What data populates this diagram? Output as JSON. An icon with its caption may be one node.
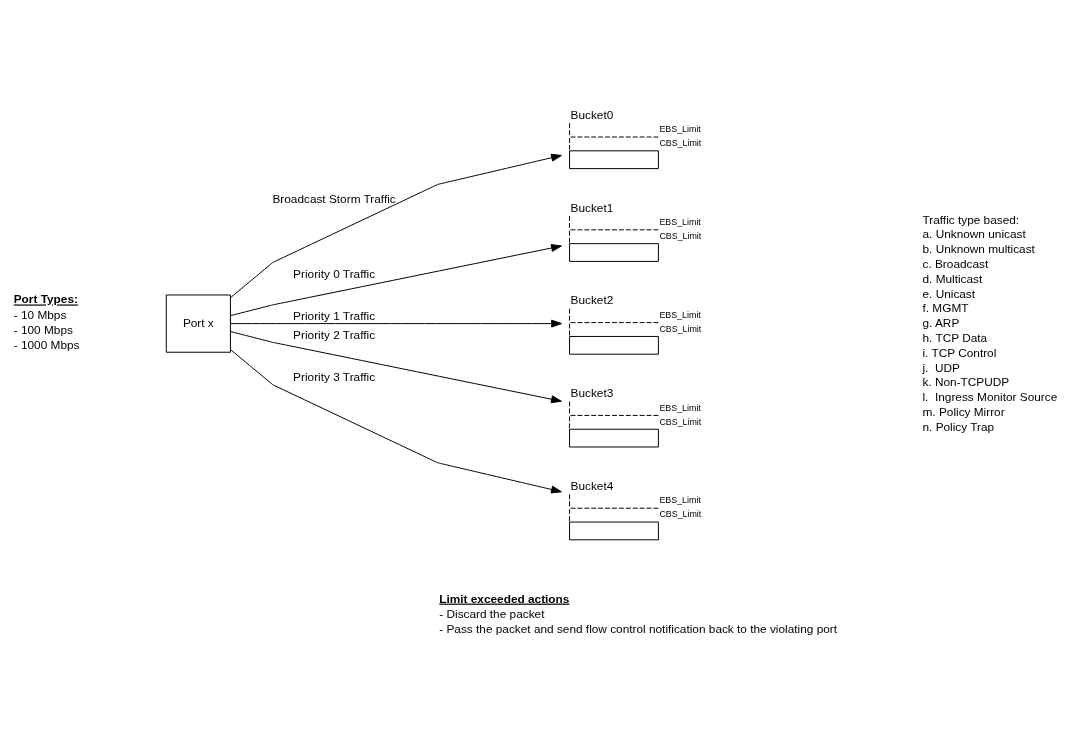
{
  "diagram": {
    "nodes": [
      {
        "text": [
          "Port x"
        ]
      },
      {
        "text": [
          "Bucket0"
        ],
        "beside": [
          "EBS_Limit",
          "CBS_Limit"
        ]
      },
      {
        "text": [
          "Bucket1"
        ],
        "beside": [
          "EBS_Limit",
          "CBS_Limit"
        ]
      },
      {
        "text": [
          "Bucket2"
        ],
        "beside": [
          "EBS_Limit",
          "CBS_Limit"
        ]
      },
      {
        "text": [
          "Bucket3"
        ],
        "beside": [
          "EBS_Limit",
          "CBS_Limit"
        ]
      },
      {
        "text": [
          "Bucket4"
        ],
        "beside": [
          "EBS_Limit",
          "CBS_Limit"
        ]
      }
    ],
    "edges": [
      {
        "from": 0,
        "to": 1,
        "arrow": "to",
        "label": "Broadcast Storm Traffic"
      },
      {
        "from": 0,
        "to": 2,
        "arrow": "to",
        "label": "Priority 0 Traffic"
      },
      {
        "from": 0,
        "to": 3,
        "arrow": "to",
        "label": "Priority 1 Traffic"
      },
      {
        "from": 0,
        "to": 4,
        "arrow": "to",
        "label": "Priority 2 Traffic"
      },
      {
        "from": 0,
        "to": 5,
        "arrow": "to",
        "label": "Priority 3 Traffic"
      }
    ],
    "labels": [
      "Port Types:",
      "- 10 Mbps",
      "- 100 Mbps",
      "- 1000 Mbps",
      "Traffic type based:",
      "a. Unknown unicast",
      "b. Unknown multicast",
      "c. Broadcast",
      "d. Multicast",
      "e. Unicast",
      "f. MGMT",
      "g. ARP",
      "h. TCP Data",
      "i. TCP Control",
      "j.  UDP",
      "k. Non-TCPUDP",
      "l.  Ingress Monitor Source",
      "m. Policy Mirror",
      "n. Policy Trap",
      "Limit exceeded actions",
      "- Discard the packet",
      "- Pass the packet and send flow control notification back to the violating port"
    ]
  }
}
